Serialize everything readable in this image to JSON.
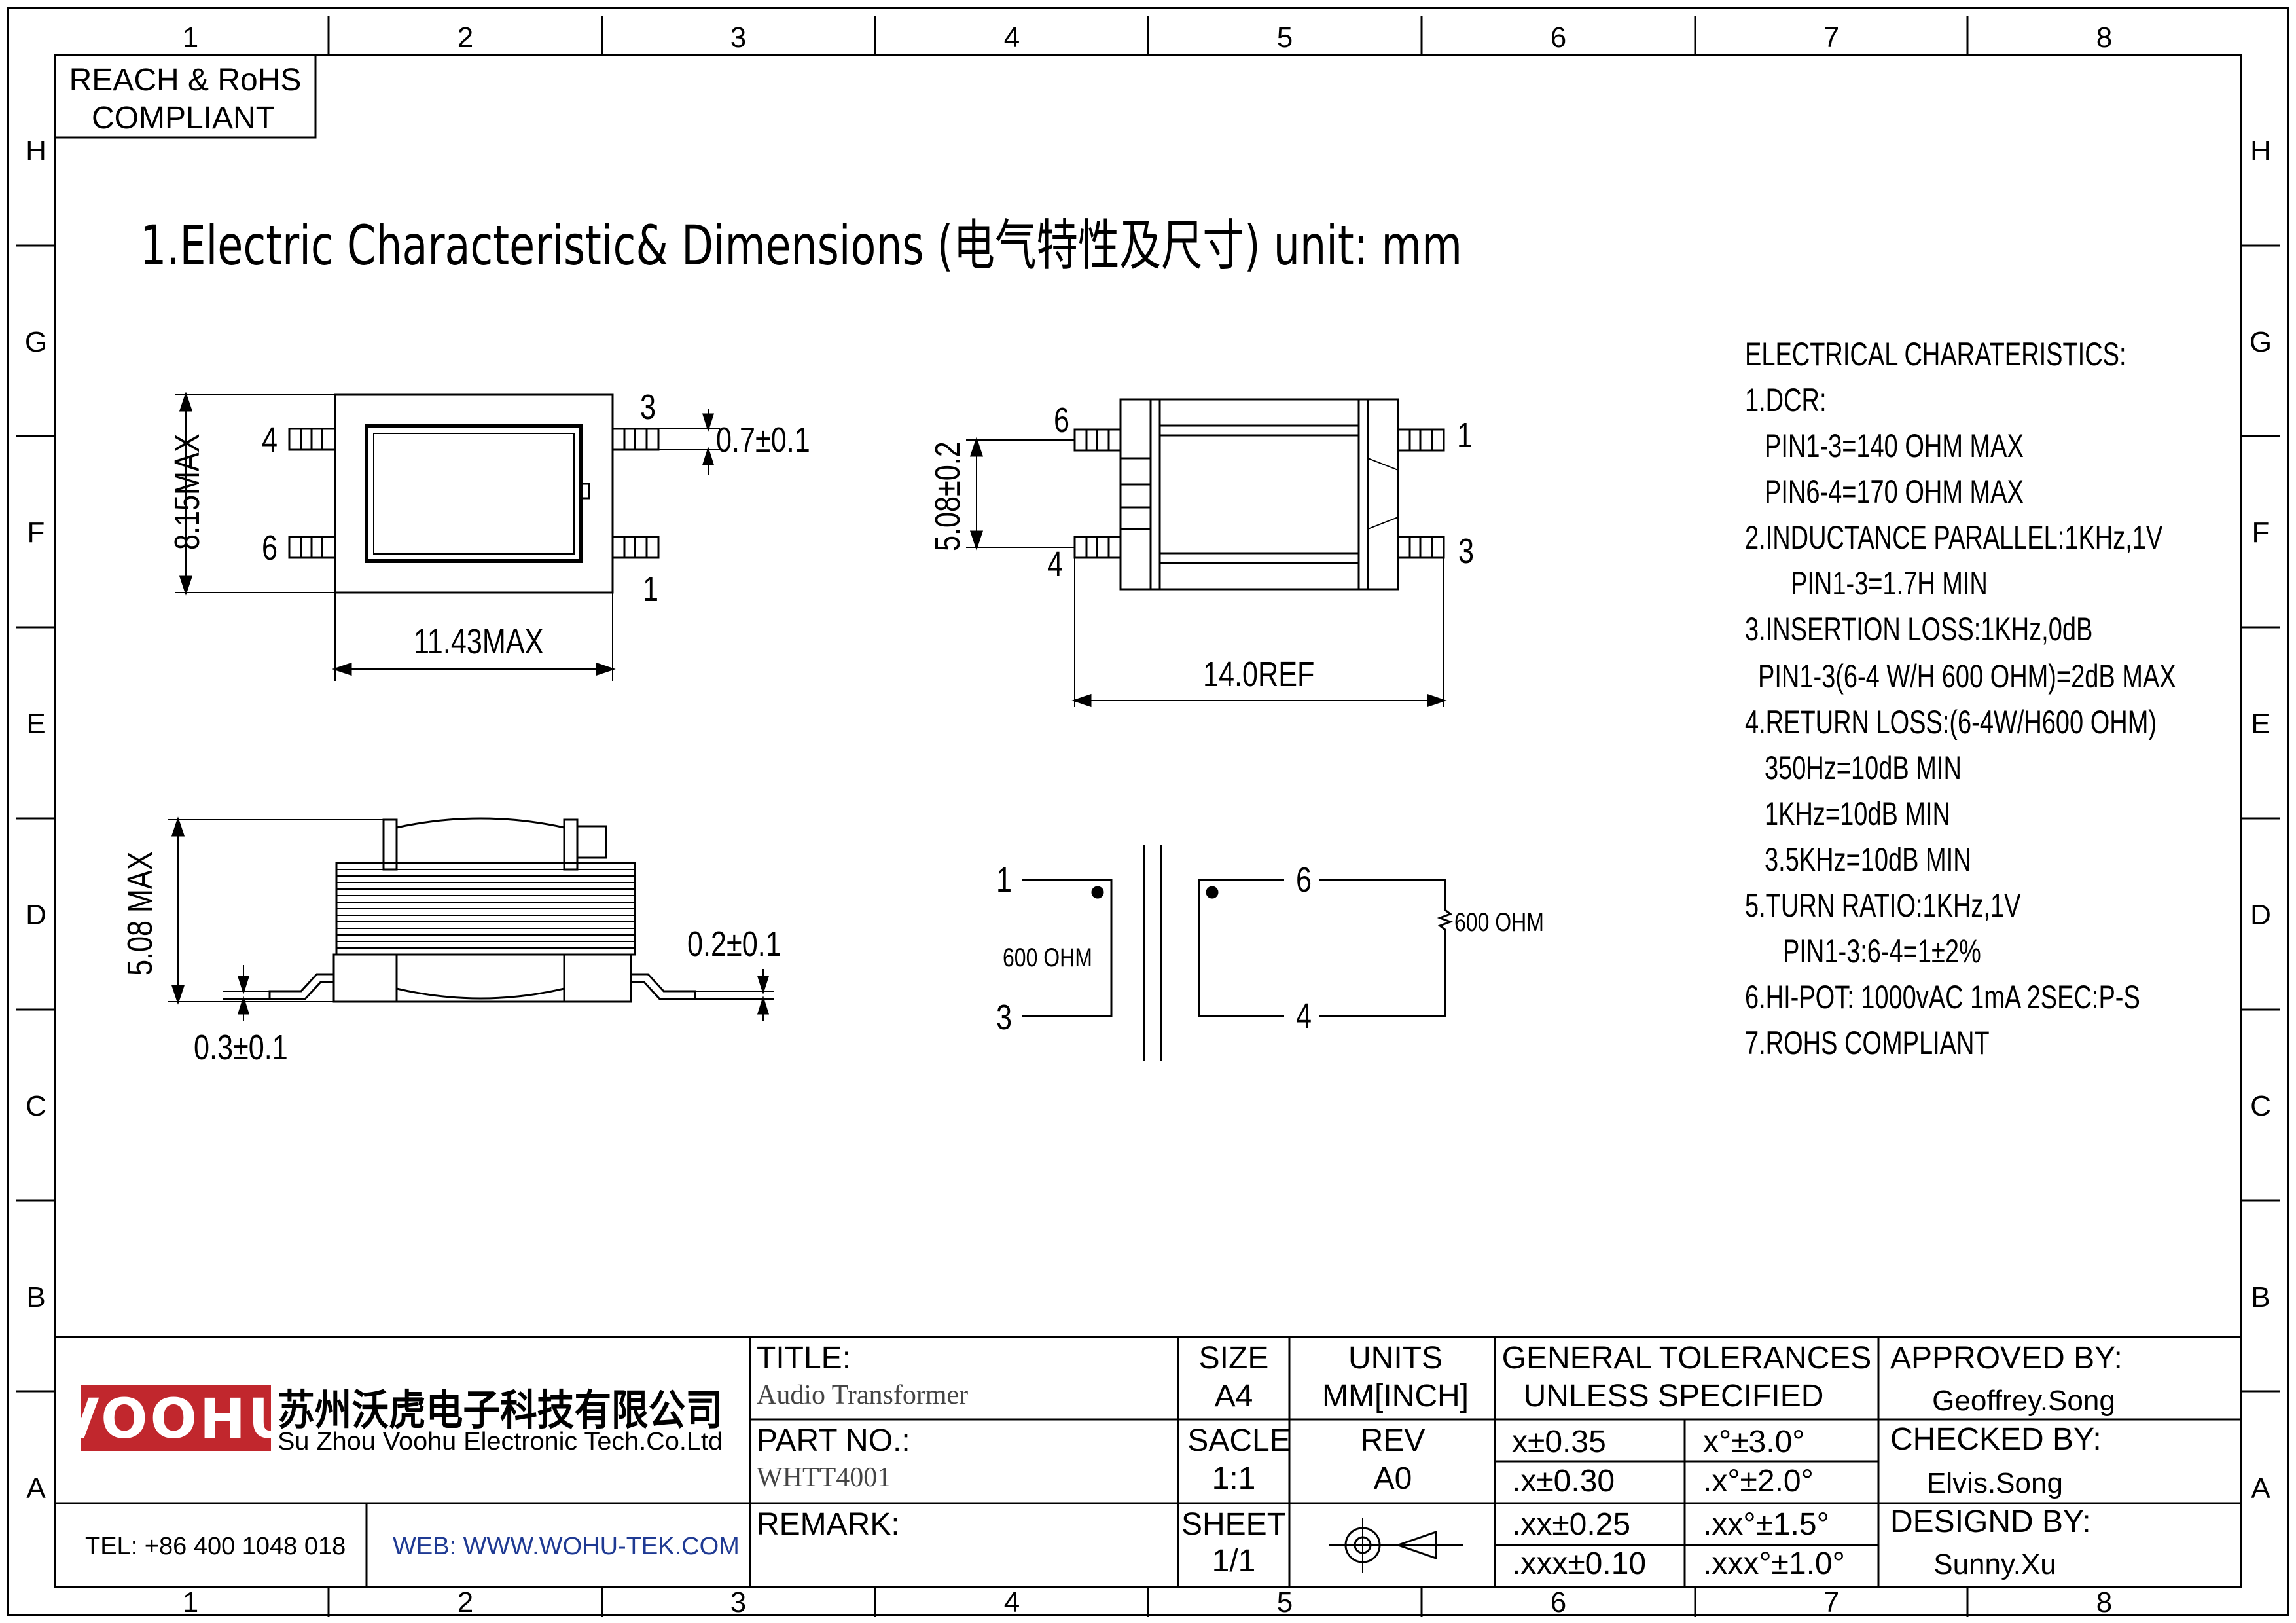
{
  "border": {
    "col_labels": [
      "1",
      "2",
      "3",
      "4",
      "5",
      "6",
      "7",
      "8"
    ],
    "row_labels": [
      "H",
      "G",
      "F",
      "E",
      "D",
      "C",
      "B",
      "A"
    ]
  },
  "compliance": {
    "line1": "REACH & RoHS",
    "line2": "COMPLIANT"
  },
  "heading": "1.Electric Characteristic& Dimensions (电气特性及尺寸) unit: mm",
  "top_view": {
    "pins": [
      "3",
      "4",
      "6",
      "1"
    ],
    "dim_pin_width": "0.7±0.1",
    "dim_height": "8.15MAX",
    "dim_width": "11.43MAX"
  },
  "side_view": {
    "pins": [
      "6",
      "1",
      "4",
      "3"
    ],
    "dim_height": "5.08±0.2",
    "dim_length": "14.0REF"
  },
  "front_view": {
    "dim_height": "5.08 MAX",
    "dim_lead": "0.2±0.1",
    "dim_standoff": "0.3±0.1"
  },
  "schematic": {
    "primary_pins": [
      "1",
      "3"
    ],
    "secondary_pins": [
      "6",
      "4"
    ],
    "primary_label": "600 OHM",
    "secondary_label": "600 OHM"
  },
  "specs": [
    "ELECTRICAL CHARATERISTICS:",
    "1.DCR:",
    "PIN1-3=140 OHM MAX",
    "PIN6-4=170 OHM MAX",
    "2.INDUCTANCE PARALLEL:1KHz,1V",
    "PIN1-3=1.7H MIN",
    "3.INSERTION LOSS:1KHz,0dB",
    "PIN1-3(6-4 W/H 600 OHM)=2dB MAX",
    "4.RETURN LOSS:(6-4W/H600 OHM)",
    "350Hz=10dB MIN",
    "1KHz=10dB MIN",
    "3.5KHz=10dB MIN",
    "5.TURN RATIO:1KHz,1V",
    "PIN1-3:6-4=1±2%",
    "6.HI-POT: 1000vAC  1mA 2SEC:P-S",
    "7.ROHS COMPLIANT"
  ],
  "title_block": {
    "logo_text": "VOOHU",
    "company_cn": "苏州沃虎电子科技有限公司",
    "company_en": "Su Zhou Voohu Electronic Tech.Co.Ltd",
    "tel": "TEL: +86 400 1048 018",
    "web": "WEB: WWW.WOHU-TEK.COM",
    "title_label": "TITLE:",
    "title_value": "Audio Transformer",
    "part_label": "PART NO.:",
    "part_value": "WHTT4001",
    "remark_label": "REMARK:",
    "size_label": "SIZE",
    "size_value": "A4",
    "scale_label": "SACLE",
    "scale_value": "1:1",
    "sheet_label": "SHEET",
    "sheet_value": "1/1",
    "units_label": "UNITS",
    "units_value": "MM[INCH]",
    "rev_label": "REV",
    "rev_value": "A0",
    "tol_header1": "GENERAL TOLERANCES",
    "tol_header2": "UNLESS SPECIFIED",
    "tolerances": [
      [
        "x±0.35",
        "x°±3.0°"
      ],
      [
        ".x±0.30",
        ".x°±2.0°"
      ],
      [
        ".xx±0.25",
        ".xx°±1.5°"
      ],
      [
        ".xxx±0.10",
        ".xxx°±1.0°"
      ]
    ],
    "approved_label": "APPROVED BY:",
    "approved_value": "Geoffrey.Song",
    "checked_label": "CHECKED BY:",
    "checked_value": "Elvis.Song",
    "designed_label": "DESIGND BY:",
    "designed_value": "Sunny.Xu"
  }
}
